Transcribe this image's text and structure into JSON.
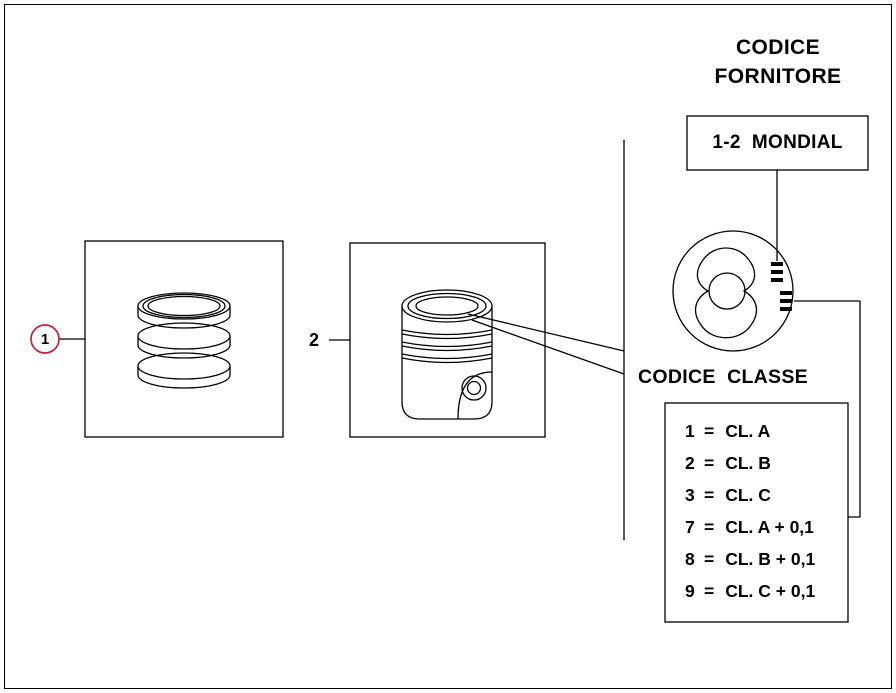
{
  "diagram": {
    "callout_1": "1",
    "callout_2": "2",
    "supplier_title_line1": "CODICE",
    "supplier_title_line2": "FORNITORE",
    "supplier_code": "1-2  MONDIAL",
    "class_label": "CODICE  CLASSE",
    "equals": "=",
    "class_entries": [
      {
        "code": "1",
        "value": "CL. A"
      },
      {
        "code": "2",
        "value": "CL. B"
      },
      {
        "code": "3",
        "value": "CL. C"
      },
      {
        "code": "7",
        "value": "CL. A + 0,1"
      },
      {
        "code": "8",
        "value": "CL. B + 0,1"
      },
      {
        "code": "9",
        "value": "CL. C + 0,1"
      }
    ],
    "colors": {
      "callout_red": "#c8202f",
      "line": "#000000",
      "background": "#ffffff"
    }
  }
}
